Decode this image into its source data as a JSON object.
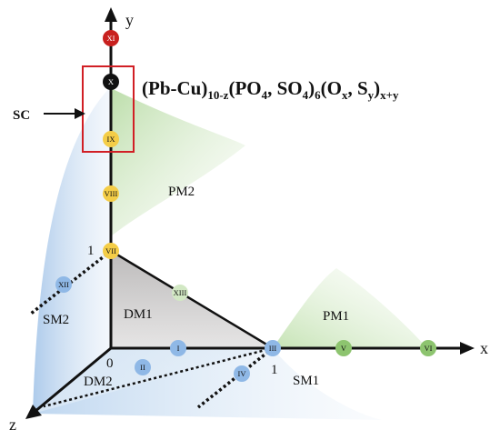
{
  "axes": {
    "x": "x",
    "y": "y",
    "z": "z"
  },
  "ticks": {
    "origin": "0",
    "x_one": "1",
    "y_one": "1"
  },
  "formula": {
    "p1": "(Pb-Cu)",
    "s1": "10-z",
    "p2": "(PO",
    "s2": "4",
    "p3": ", SO",
    "s3": "4",
    "p4": ")",
    "s4": "6",
    "p5": "(O",
    "s5": "x",
    "p6": ", S",
    "s6": "y",
    "p7": ")",
    "s7": "x+y"
  },
  "regions": {
    "sc": "SC",
    "pm1": "PM1",
    "pm2": "PM2",
    "dm1": "DM1",
    "dm2": "DM2",
    "sm1": "SM1",
    "sm2": "SM2"
  },
  "points": [
    {
      "label": "I",
      "color": "#8fb8e6"
    },
    {
      "label": "II",
      "color": "#8fb8e6"
    },
    {
      "label": "III",
      "color": "#8fb8e6"
    },
    {
      "label": "IV",
      "color": "#8fb8e6"
    },
    {
      "label": "V",
      "color": "#8dc46f"
    },
    {
      "label": "VI",
      "color": "#8dc46f"
    },
    {
      "label": "VII",
      "color": "#f4cd47"
    },
    {
      "label": "VIII",
      "color": "#f4cd47"
    },
    {
      "label": "IX",
      "color": "#f4cd47"
    },
    {
      "label": "X",
      "color": "#111111"
    },
    {
      "label": "XI",
      "color": "#c8201e"
    },
    {
      "label": "XII",
      "color": "#8fb8e6"
    },
    {
      "label": "XIII",
      "color": "#d2e8c4"
    }
  ],
  "colors": {
    "blue_fill": "#b7d2ee",
    "green_fill": "#cfe6bf",
    "grey_fill": "#cfcdcd",
    "highlight_box": "#d11f25",
    "axis": "#111111"
  }
}
